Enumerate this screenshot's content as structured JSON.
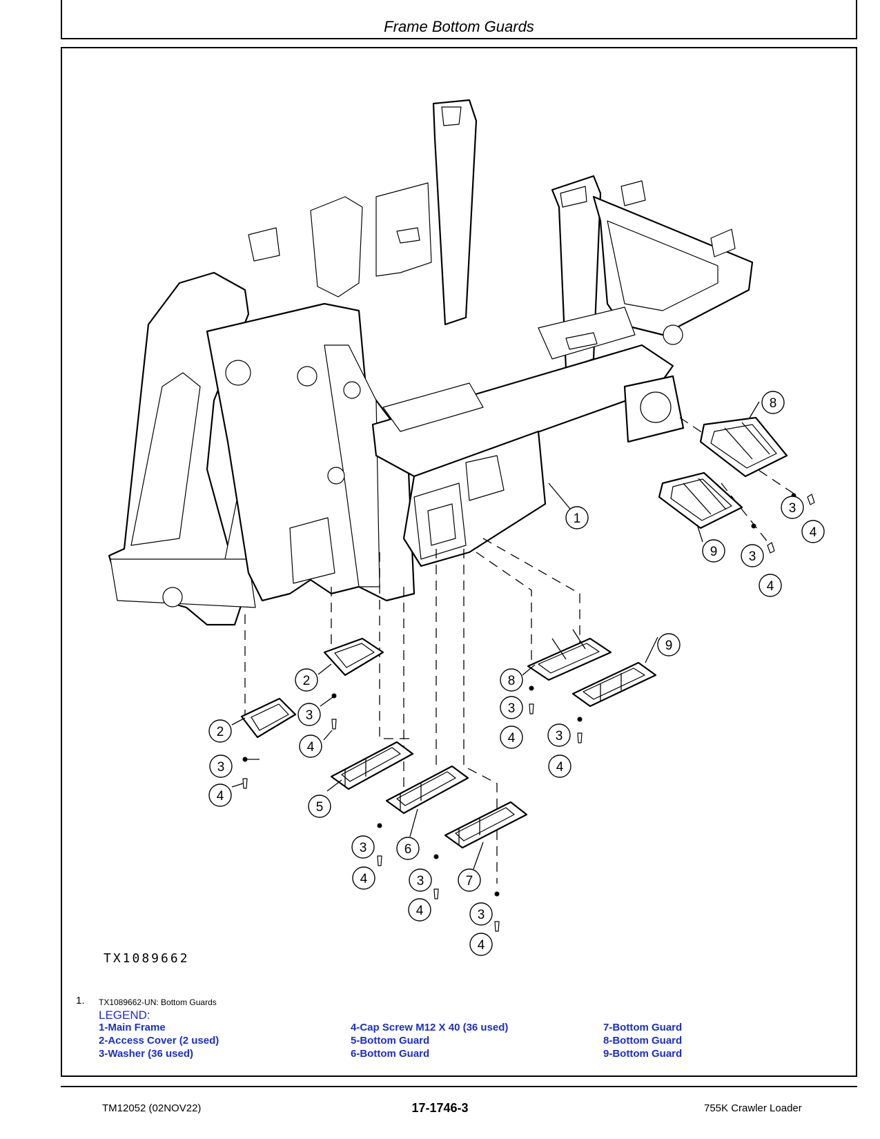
{
  "page_title": "Frame Bottom Guards",
  "figure_id": "TX1089662",
  "caption": {
    "number": "1.",
    "text": "TX1089662-UN: Bottom Guards"
  },
  "legend": {
    "title": "LEGEND:",
    "items": [
      "1-Main Frame",
      "2-Access Cover (2 used)",
      "3-Washer (36 used)",
      "4-Cap Screw M12 X 40 (36 used)",
      "5-Bottom Guard",
      "6-Bottom Guard",
      "7-Bottom Guard",
      "8-Bottom Guard",
      "9-Bottom Guard"
    ]
  },
  "callouts": [
    "1",
    "2",
    "2",
    "3",
    "3",
    "3",
    "3",
    "3",
    "3",
    "3",
    "3",
    "3",
    "4",
    "4",
    "4",
    "4",
    "4",
    "4",
    "4",
    "4",
    "4",
    "5",
    "6",
    "7",
    "8",
    "8",
    "9",
    "9"
  ],
  "footer": {
    "left": "TM12052 (02NOV22)",
    "center": "17-1746-3",
    "right": "755K Crawler Loader"
  },
  "colors": {
    "legend_text": "#1a2fc4",
    "line": "#000000"
  }
}
